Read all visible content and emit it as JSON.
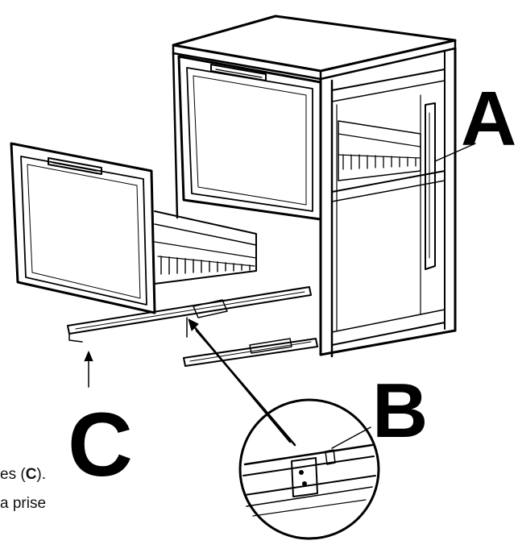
{
  "callouts": {
    "a": "A",
    "b": "B",
    "c": "C"
  },
  "caption": {
    "line1_prefix": "es (",
    "line1_letter": "C",
    "line1_suffix": ").",
    "line2": "a prise"
  },
  "colors": {
    "ink": "#000000",
    "paper": "#ffffff"
  }
}
